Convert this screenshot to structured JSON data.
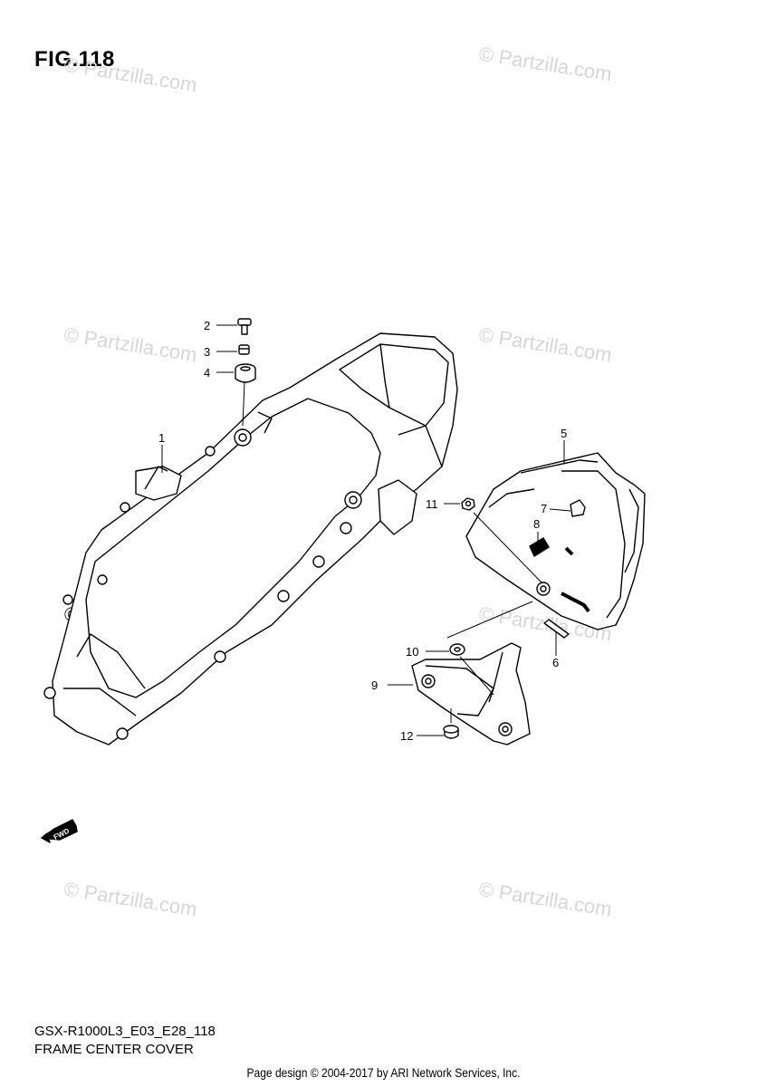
{
  "figure": {
    "title": "FIG.118"
  },
  "model": {
    "code": "GSX-R1000L3_E03_E28_118",
    "section": "FRAME CENTER COVER"
  },
  "footer": {
    "text": "Page design © 2004-2017 by ARI Network Services, Inc."
  },
  "watermark": {
    "text": "© Partzilla.com",
    "color": "#d6d6d6",
    "emphasis_color": "#333333"
  },
  "parts": [
    {
      "callout": "1"
    },
    {
      "callout": "2"
    },
    {
      "callout": "3"
    },
    {
      "callout": "4"
    },
    {
      "callout": "5"
    },
    {
      "callout": "6"
    },
    {
      "callout": "7"
    },
    {
      "callout": "8"
    },
    {
      "callout": "9"
    },
    {
      "callout": "10"
    },
    {
      "callout": "11"
    },
    {
      "callout": "12"
    }
  ],
  "fwd_arrow": {
    "label": "FWD"
  }
}
